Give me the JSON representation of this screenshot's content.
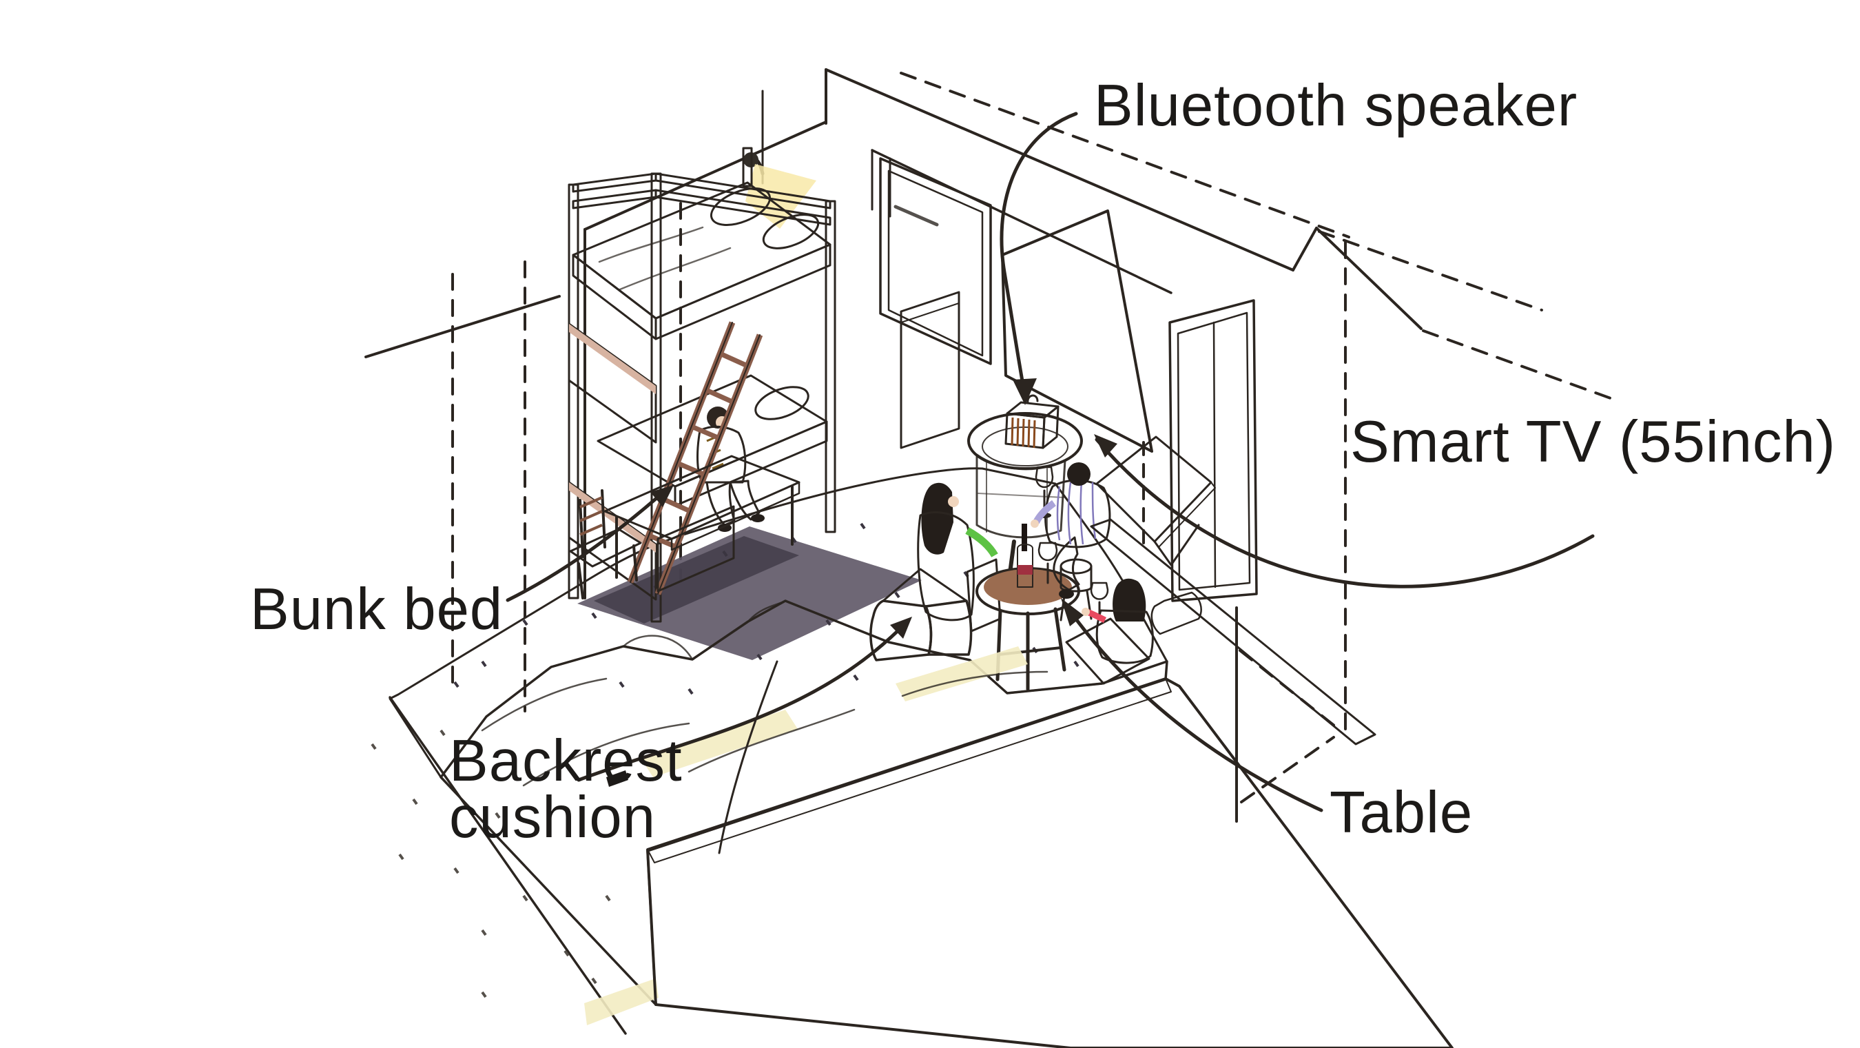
{
  "diagram": {
    "kind": "isometric-room-sketch",
    "subject": "hotel room with bunk bed, twin beds, lounge table and smart TV"
  },
  "labels": {
    "bluetooth_speaker": "Bluetooth speaker",
    "smart_tv": "Smart TV (55inch)",
    "bunk_bed": "Bunk bed",
    "backrest_cushion_line1": "Backrest",
    "backrest_cushion_line2": "cushion",
    "table": "Table"
  },
  "colors": {
    "ink": "#2b2520",
    "label_text": "#1c1a18",
    "carpet": "#8d8699",
    "carpet_shadow": "#5e5766",
    "wood_frame": "#b68577",
    "wood_light": "#d7b3a1",
    "wood_dark": "#96604e",
    "footboard": "#a06a50",
    "footboard_light": "#d8ab90",
    "speaker_orange": "#c96f33",
    "stool_orange": "#e2a242",
    "bench_orange": "#e5a23e",
    "shirt_green": "#5dc244",
    "hoodie_lavender": "#aaa3d9",
    "top_red": "#e84960",
    "jacket_mustard": "#d9a33c",
    "jeans_blue": "#7e93c9",
    "cushion_tan": "#dcb9a5",
    "flap_table_tan": "#ead9c2",
    "window_blue": "#cfe4f5",
    "glass_teal": "#d8e9e3",
    "tv_dark": "#141414",
    "wine_red": "#9c1f2e",
    "glow_yellow": "#f8e9a8"
  }
}
